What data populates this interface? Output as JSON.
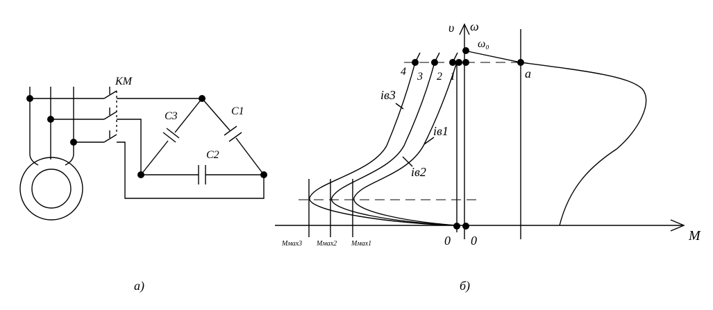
{
  "left_diagram": {
    "contactor_label": "KM",
    "capacitor_labels": [
      "C3",
      "C1",
      "C2"
    ],
    "caption": "а)"
  },
  "right_diagram": {
    "axis_y_labels": [
      "υ",
      "ω"
    ],
    "omega0_label": "ω₀",
    "axis_x_label": "M",
    "point_a_label": "a",
    "curve_numbers": [
      "4",
      "3",
      "2",
      "1"
    ],
    "curve_labels": [
      "iв3",
      "iв1",
      "iв2"
    ],
    "mmax_labels": [
      "Mмах3",
      "Mмах2",
      "Mмах1"
    ],
    "zero_labels": [
      "0",
      "0"
    ],
    "caption": "б)"
  }
}
